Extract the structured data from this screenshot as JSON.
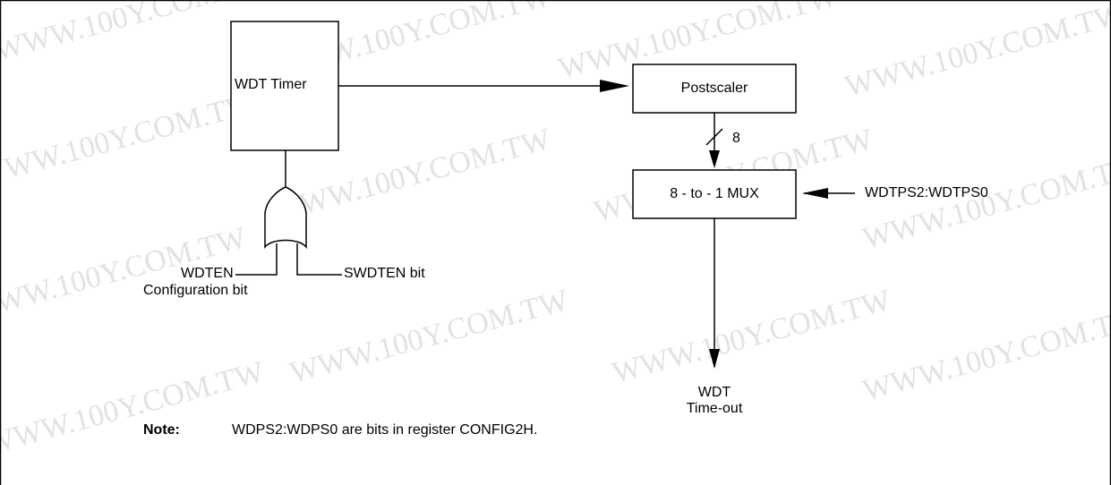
{
  "watermark": "WWW.100Y.COM.TW",
  "blocks": {
    "wdt_timer": "WDT Timer",
    "postscaler": "Postscaler",
    "mux": "8 - to - 1 MUX"
  },
  "signals": {
    "bus_width": "8",
    "wdtps": "WDTPS2:WDTPS0",
    "wdten_line1": "WDTEN",
    "wdten_line2": "Configuration bit",
    "swdten": "SWDTEN bit",
    "timeout_line1": "WDT",
    "timeout_line2": "Time-out"
  },
  "note": {
    "label": "Note:",
    "text": "WDPS2:WDPS0 are bits in register CONFIG2H."
  }
}
